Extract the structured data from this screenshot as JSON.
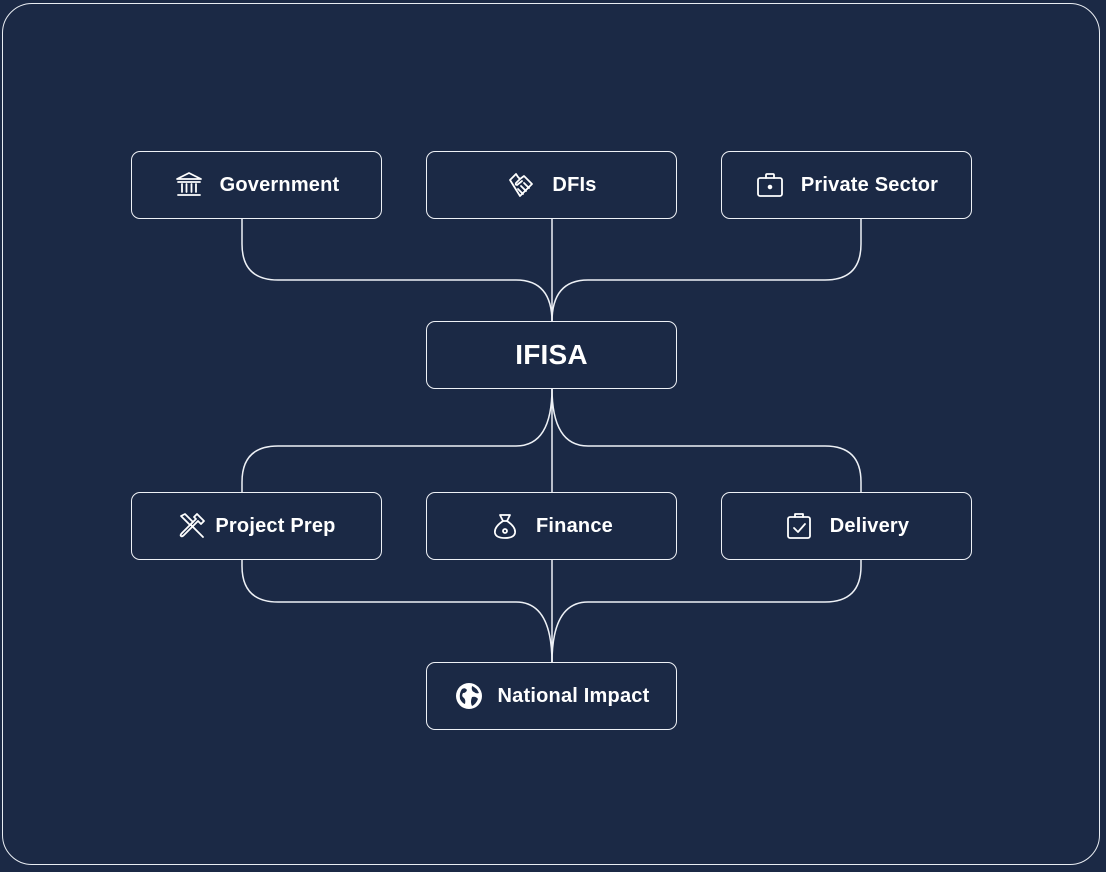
{
  "diagram": {
    "top_row": [
      {
        "label": "Government",
        "icon": "bank-icon"
      },
      {
        "label": "DFIs",
        "icon": "handshake-icon"
      },
      {
        "label": "Private Sector",
        "icon": "briefcase-icon"
      }
    ],
    "center": {
      "label": "IFISA"
    },
    "middle_row": [
      {
        "label": "Project Prep",
        "icon": "tools-icon"
      },
      {
        "label": "Finance",
        "icon": "money-bag-icon"
      },
      {
        "label": "Delivery",
        "icon": "clipboard-check-icon"
      }
    ],
    "bottom": {
      "label": "National Impact",
      "icon": "globe-icon"
    },
    "colors": {
      "background": "#1b2945",
      "stroke": "#eef1f6",
      "text": "#ffffff"
    }
  }
}
